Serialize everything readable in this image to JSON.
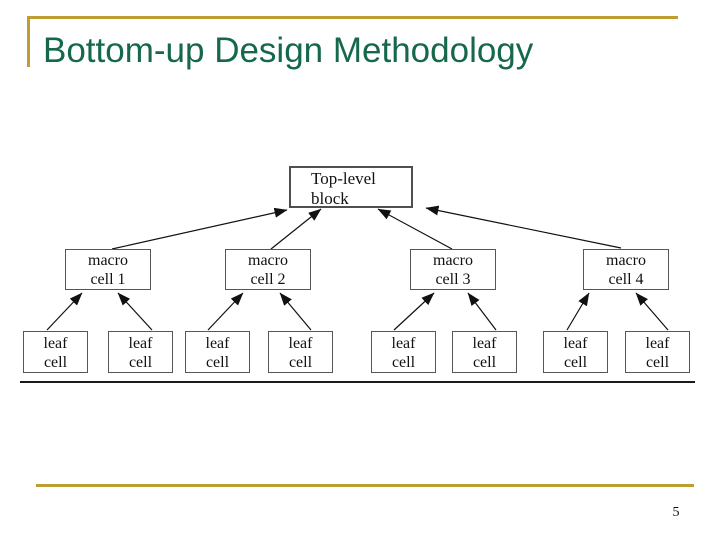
{
  "slide": {
    "title": "Bottom-up Design Methodology",
    "page_number": "5"
  },
  "colors": {
    "title_green": "#16684a",
    "gold": "#bd9e33",
    "box_border": "#565656",
    "arrow_black": "#111111"
  },
  "diagram": {
    "top_block": {
      "line1": "Top-level",
      "line2": "block"
    },
    "macro_cells": [
      {
        "line1": "macro",
        "line2": "cell 1"
      },
      {
        "line1": "macro",
        "line2": "cell 2"
      },
      {
        "line1": "macro",
        "line2": "cell 3"
      },
      {
        "line1": "macro",
        "line2": "cell 4"
      }
    ],
    "leaf_cells": [
      {
        "line1": "leaf",
        "line2": "cell"
      },
      {
        "line1": "leaf",
        "line2": "cell"
      },
      {
        "line1": "leaf",
        "line2": "cell"
      },
      {
        "line1": "leaf",
        "line2": "cell"
      },
      {
        "line1": "leaf",
        "line2": "cell"
      },
      {
        "line1": "leaf",
        "line2": "cell"
      },
      {
        "line1": "leaf",
        "line2": "cell"
      },
      {
        "line1": "leaf",
        "line2": "cell"
      }
    ]
  }
}
